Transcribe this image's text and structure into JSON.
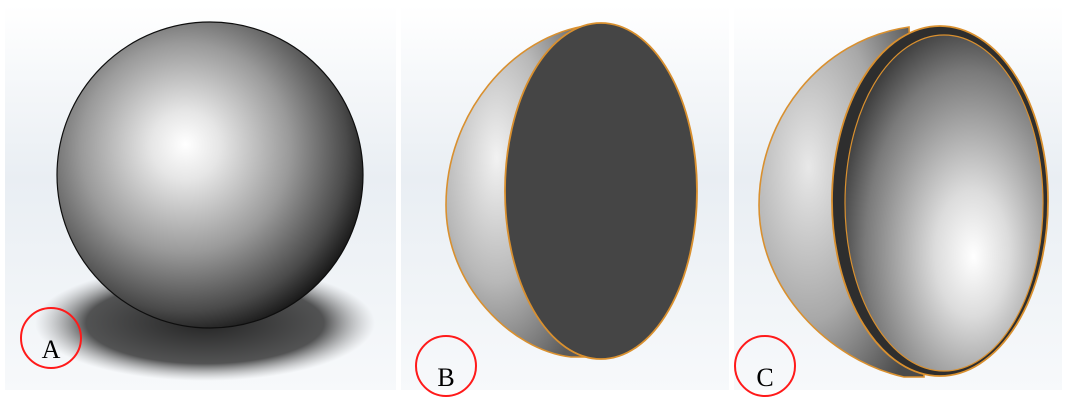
{
  "figure": {
    "panels": [
      {
        "id": "A",
        "label": "A",
        "shape": "solid-sphere"
      },
      {
        "id": "B",
        "label": "B",
        "shape": "solid-hemisphere"
      },
      {
        "id": "C",
        "label": "C",
        "shape": "hollow-hemispherical-shell"
      }
    ]
  },
  "colors": {
    "background_top": "#ffffff",
    "background_bottom": "#dfe6ed",
    "label_circle": "#ff1a1a",
    "cut_face": "#454545",
    "edge_highlight": "#d9902f",
    "shadow": "#1f1f1f"
  }
}
